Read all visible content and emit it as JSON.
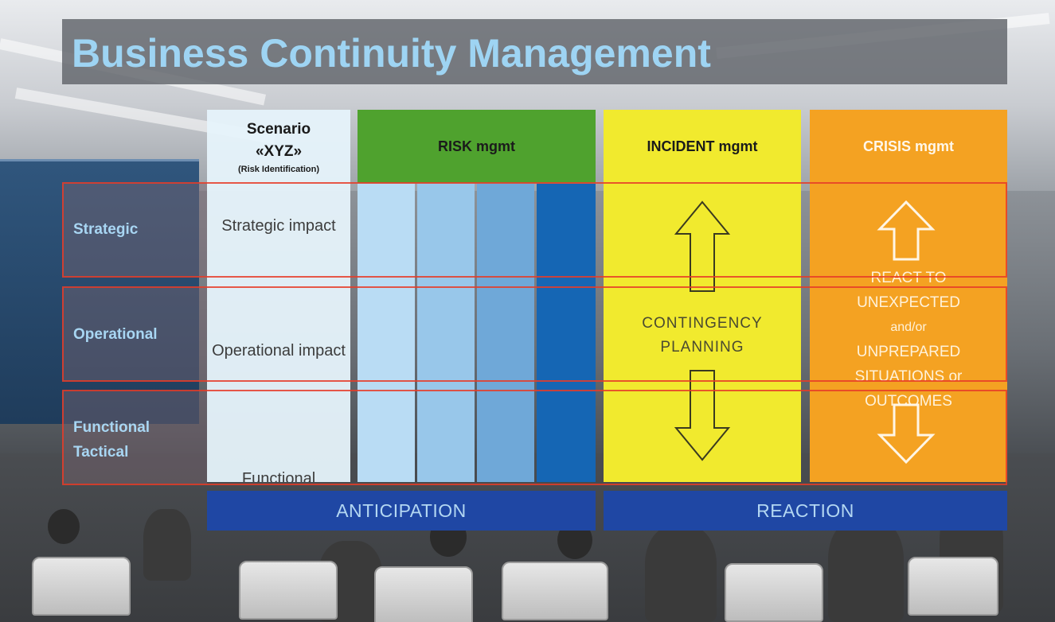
{
  "title": "Business Continuity Management",
  "columns": {
    "scenario": {
      "title_line1": "Scenario",
      "title_line2": "«XYZ»",
      "subtitle": "(Risk Identification)",
      "impacts": [
        "Strategic impact",
        "Operational impact",
        "Functional"
      ]
    },
    "risk": {
      "label": "RISK mgmt",
      "subcolumns": [
        {
          "label": "",
          "color": "#b9dcf4"
        },
        {
          "label": "",
          "color": "#98c7ea"
        },
        {
          "label": "",
          "color": "#6fa8d8"
        },
        {
          "label": "",
          "color": "#1566b4"
        }
      ]
    },
    "incident": {
      "label": "INCIDENT mgmt",
      "body_line1": "CONTINGENCY",
      "body_line2": "PLANNING"
    },
    "crisis": {
      "label": "CRISIS mgmt",
      "body_lines": [
        "REACT TO",
        "UNEXPECTED",
        "and/or",
        "UNPREPARED",
        "SITUATIONS or",
        "OUTCOMES"
      ]
    }
  },
  "rows": [
    {
      "label": "Strategic"
    },
    {
      "label": "Operational"
    },
    {
      "label": "Functional"
    },
    {
      "label": "Tactical"
    }
  ],
  "bottom": {
    "anticipation": "ANTICIPATION",
    "reaction": "REACTION"
  },
  "colors": {
    "title": "#9ed4f3",
    "risk_header": "#4fa22e",
    "incident": "#f1ea2e",
    "crisis": "#f4a222",
    "bottom_bar": "#1f47a4",
    "row_border": "#e63c28"
  }
}
